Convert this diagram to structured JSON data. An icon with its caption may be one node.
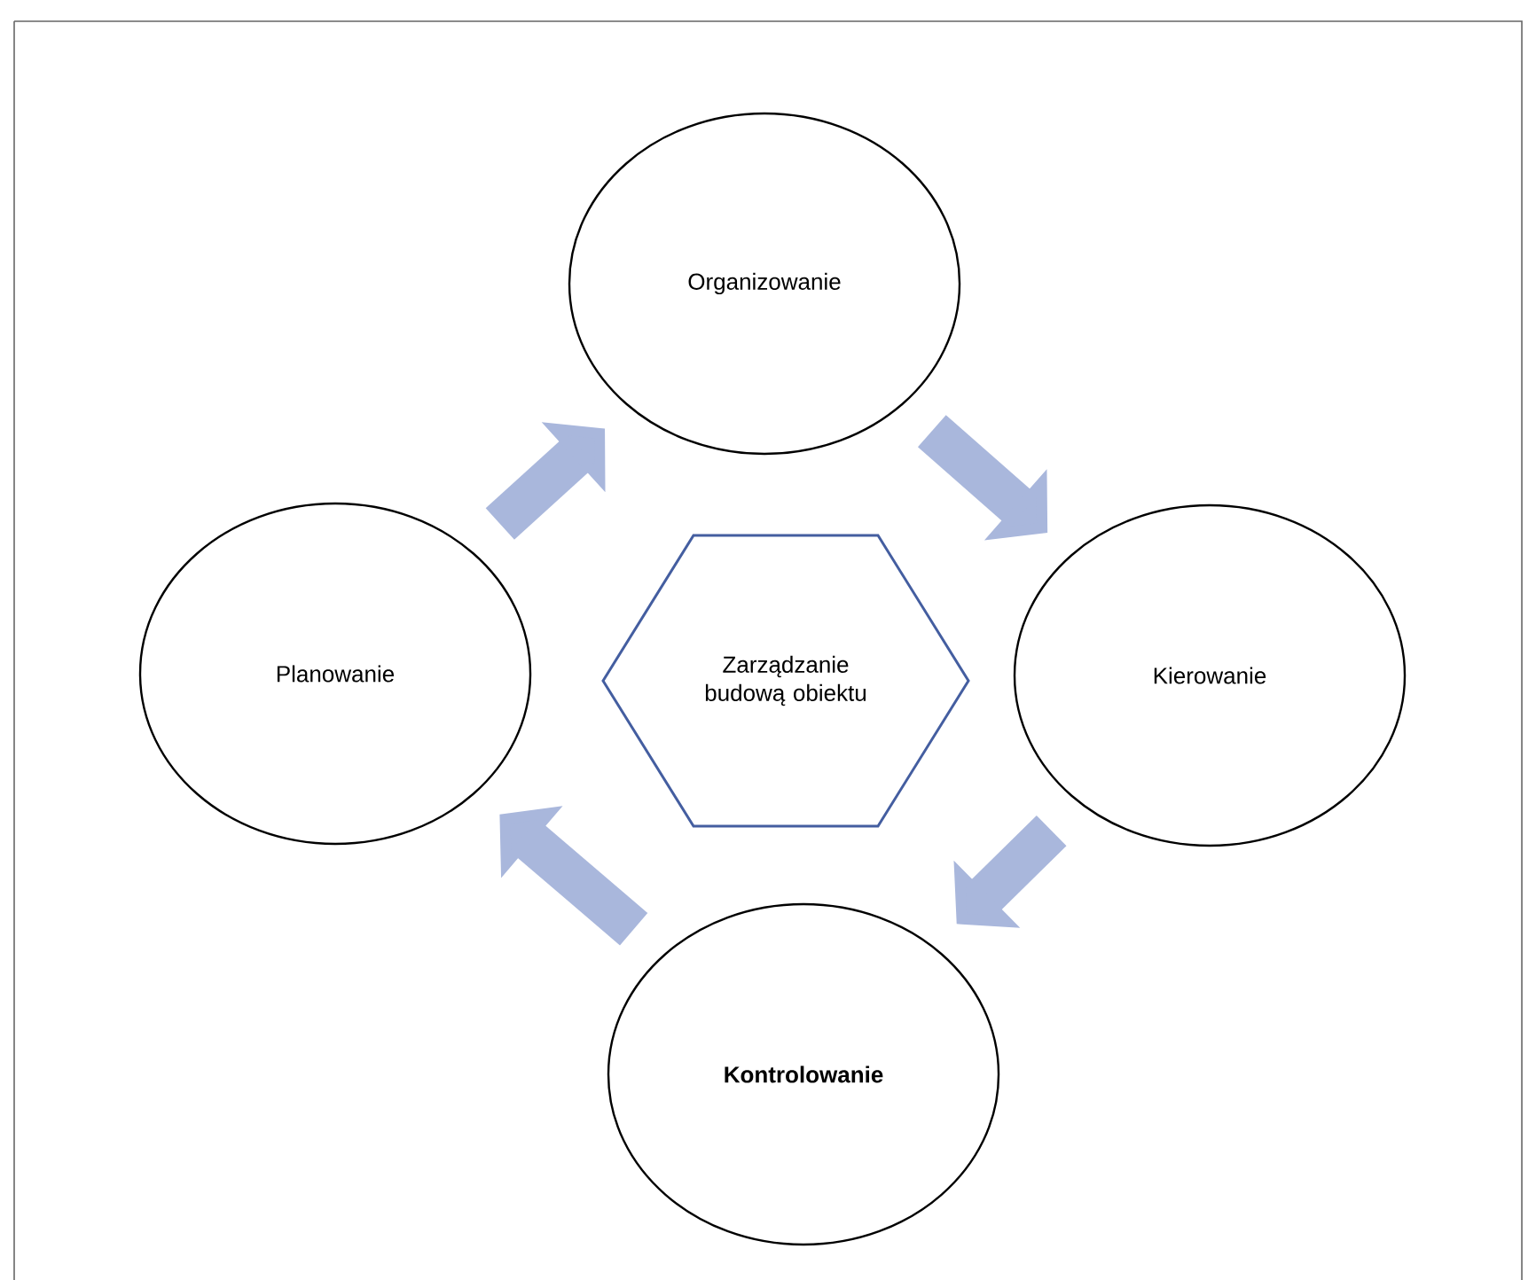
{
  "diagram": {
    "nodes": [
      {
        "text": [
          "Organizowanie"
        ]
      },
      {
        "text": [
          "Kierowanie"
        ]
      },
      {
        "text": [
          "Kontrolowanie"
        ]
      },
      {
        "text": [
          "Planowanie"
        ]
      },
      {
        "text": [
          "Zarządzanie budową obiektu"
        ]
      }
    ],
    "edges": [
      {
        "from": 3,
        "to": 0,
        "arrow": "to"
      },
      {
        "from": 0,
        "to": 1,
        "arrow": "to"
      },
      {
        "from": 1,
        "to": 2,
        "arrow": "to"
      },
      {
        "from": 2,
        "to": 3,
        "arrow": "to"
      }
    ]
  }
}
